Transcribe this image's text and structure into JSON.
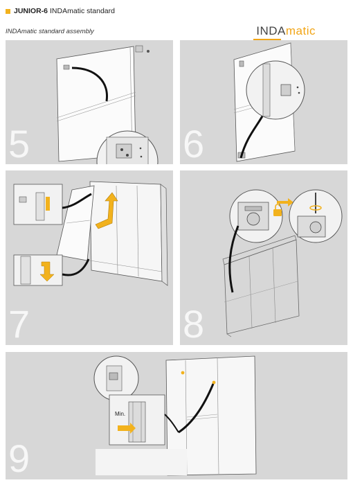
{
  "header": {
    "product": "JUNIOR-6",
    "product_variant": "INDAmatic standard",
    "subtitle": "INDAmatic standard assembly",
    "logo_left": "INDA",
    "logo_right": "matic",
    "accent_color": "#f2b21d"
  },
  "steps": [
    {
      "number": "5"
    },
    {
      "number": "6"
    },
    {
      "number": "7"
    },
    {
      "number": "8"
    },
    {
      "number": "9",
      "label_min": "Min."
    }
  ],
  "icons": [
    "arrow-icon",
    "padlock-icon",
    "screwdriver-icon",
    "magnifier-detail-icon"
  ]
}
